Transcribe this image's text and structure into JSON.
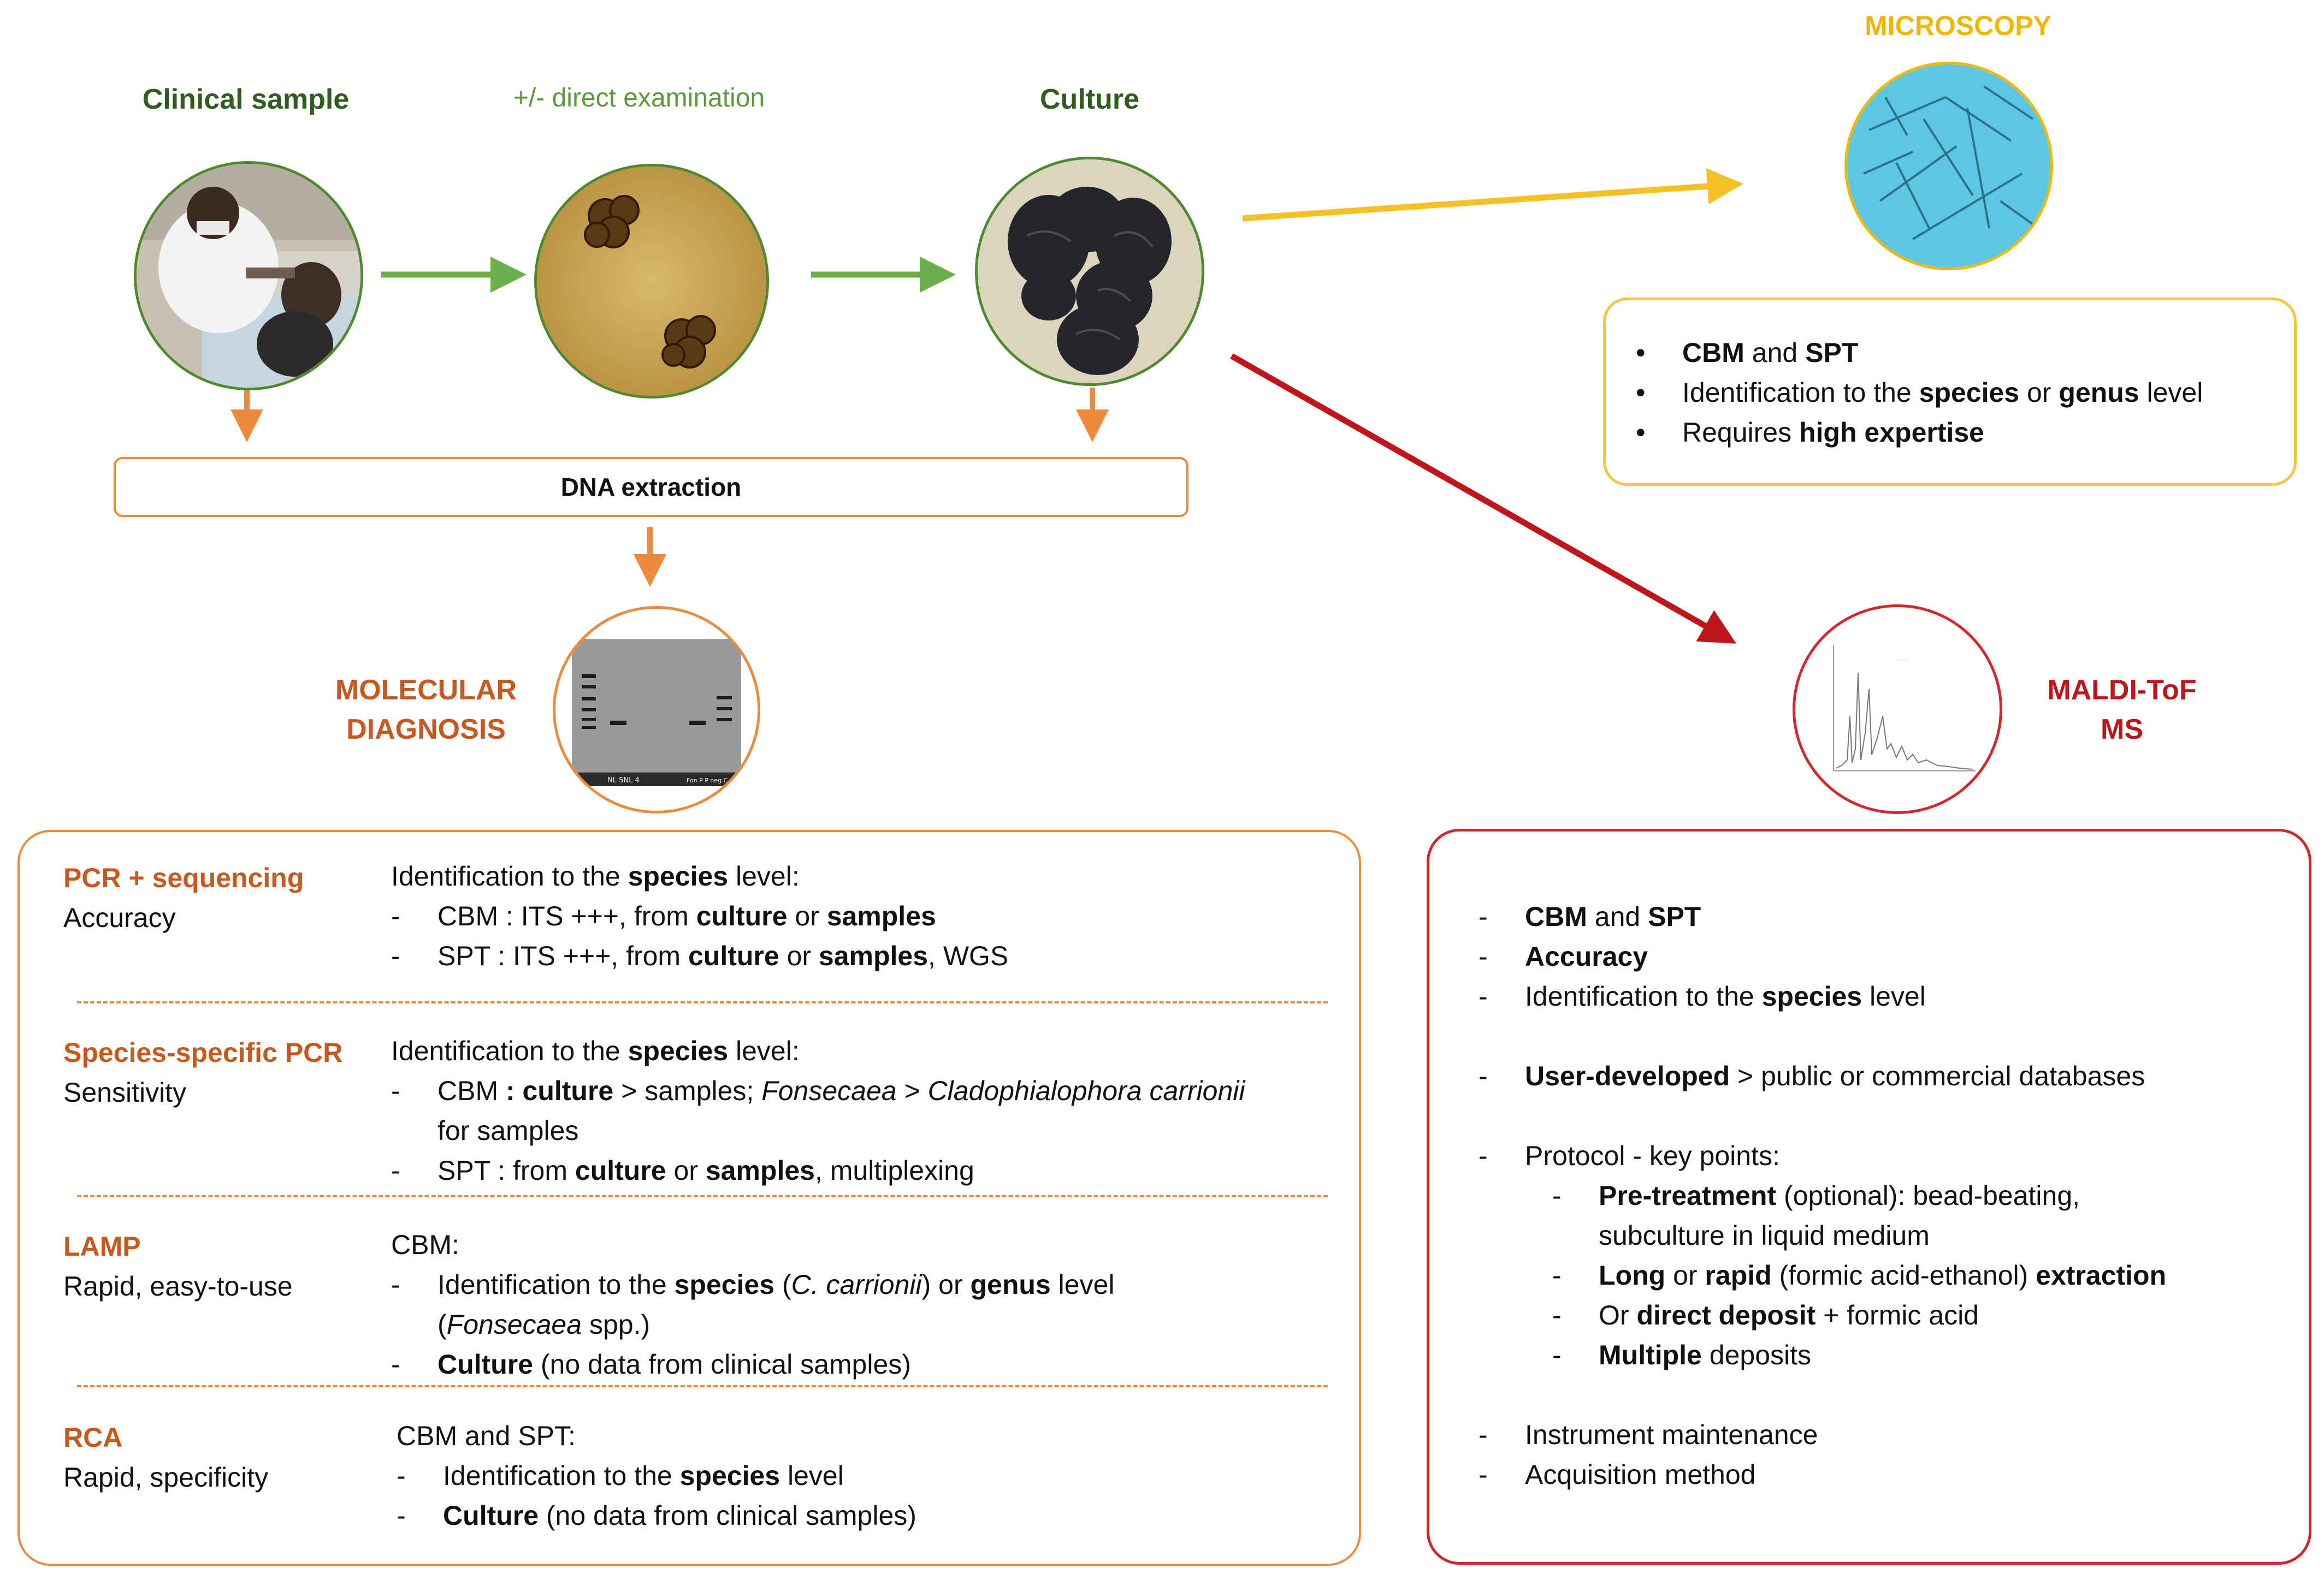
{
  "stages": {
    "clinical_sample": "Clinical sample",
    "direct_examination": "+/- direct examination",
    "culture": "Culture"
  },
  "dna_extraction": "DNA extraction",
  "microscopy": {
    "title": "MICROSCOPY",
    "items": [
      [
        {
          "t": "CBM",
          "b": true
        },
        {
          "t": " and "
        },
        {
          "t": "SPT",
          "b": true
        }
      ],
      [
        {
          "t": "Identification to the "
        },
        {
          "t": "species",
          "b": true
        },
        {
          "t": " or "
        },
        {
          "t": "genus",
          "b": true
        },
        {
          "t": " level"
        }
      ],
      [
        {
          "t": "Requires "
        },
        {
          "t": "high expertise",
          "b": true
        }
      ]
    ]
  },
  "molecular": {
    "title_line1": "MOLECULAR",
    "title_line2": "DIAGNOSIS",
    "gel_left_label": "NL SNL 4",
    "gel_right_label": "Fon P P neg C",
    "rows": [
      {
        "title": "PCR + sequencing",
        "subtitle": "Accuracy",
        "lines": [
          {
            "dash": false,
            "parts": [
              {
                "t": "Identification to the "
              },
              {
                "t": "species",
                "b": true
              },
              {
                "t": " level:"
              }
            ]
          },
          {
            "dash": true,
            "parts": [
              {
                "t": "CBM : ITS +++, from "
              },
              {
                "t": "culture",
                "b": true
              },
              {
                "t": " or "
              },
              {
                "t": "samples",
                "b": true
              }
            ]
          },
          {
            "dash": true,
            "parts": [
              {
                "t": "SPT : ITS +++, from "
              },
              {
                "t": "culture",
                "b": true
              },
              {
                "t": " or "
              },
              {
                "t": "samples",
                "b": true
              },
              {
                "t": ", WGS"
              }
            ]
          }
        ]
      },
      {
        "title": "Species-specific PCR",
        "subtitle": "Sensitivity",
        "lines": [
          {
            "dash": false,
            "parts": [
              {
                "t": "Identification to the "
              },
              {
                "t": "species",
                "b": true
              },
              {
                "t": " level:"
              }
            ]
          },
          {
            "dash": true,
            "parts": [
              {
                "t": "CBM "
              },
              {
                "t": ": culture",
                "b": true
              },
              {
                "t": " > samples; "
              },
              {
                "t": "Fonsecaea",
                "i": true
              },
              {
                "t": " > "
              },
              {
                "t": "Cladophialophora carrionii",
                "i": true
              }
            ]
          },
          {
            "dash": false,
            "indent": true,
            "parts": [
              {
                "t": "for samples"
              }
            ]
          },
          {
            "dash": true,
            "parts": [
              {
                "t": "SPT : from "
              },
              {
                "t": "culture",
                "b": true
              },
              {
                "t": " or "
              },
              {
                "t": "samples",
                "b": true
              },
              {
                "t": ", multiplexing"
              }
            ]
          }
        ]
      },
      {
        "title": "LAMP",
        "subtitle": "Rapid, easy-to-use",
        "lines": [
          {
            "dash": false,
            "parts": [
              {
                "t": "CBM:"
              }
            ]
          },
          {
            "dash": true,
            "parts": [
              {
                "t": "Identification to the "
              },
              {
                "t": "species",
                "b": true
              },
              {
                "t": " ("
              },
              {
                "t": "C. carrionii",
                "i": true
              },
              {
                "t": ") or "
              },
              {
                "t": "genus",
                "b": true
              },
              {
                "t": " level"
              }
            ]
          },
          {
            "dash": false,
            "indent": true,
            "parts": [
              {
                "t": "("
              },
              {
                "t": "Fonsecaea",
                "i": true
              },
              {
                "t": " spp.)"
              }
            ]
          },
          {
            "dash": true,
            "parts": [
              {
                "t": "Culture",
                "b": true
              },
              {
                "t": " (no data from clinical samples)"
              }
            ]
          }
        ]
      },
      {
        "title": "RCA",
        "subtitle": "Rapid, specificity",
        "lines": [
          {
            "dash": false,
            "parts": [
              {
                "t": "CBM and SPT:"
              }
            ]
          },
          {
            "dash": true,
            "parts": [
              {
                "t": "Identification to the "
              },
              {
                "t": "species",
                "b": true
              },
              {
                "t": " level"
              }
            ]
          },
          {
            "dash": true,
            "parts": [
              {
                "t": "Culture",
                "b": true
              },
              {
                "t": " (no data from clinical samples)"
              }
            ]
          }
        ]
      }
    ]
  },
  "maldi": {
    "title_line1": "MALDI-ToF",
    "title_line2": "MS",
    "lines": [
      {
        "level": 1,
        "parts": [
          {
            "t": "CBM",
            "b": true
          },
          {
            "t": " and "
          },
          {
            "t": "SPT",
            "b": true
          }
        ]
      },
      {
        "level": 1,
        "parts": [
          {
            "t": "Accuracy",
            "b": true
          }
        ]
      },
      {
        "level": 1,
        "parts": [
          {
            "t": "Identification to the "
          },
          {
            "t": "species",
            "b": true
          },
          {
            "t": " level"
          }
        ]
      },
      {
        "level": 0,
        "parts": []
      },
      {
        "level": 1,
        "parts": [
          {
            "t": "User-developed",
            "b": true
          },
          {
            "t": " > public or commercial databases"
          }
        ]
      },
      {
        "level": 0,
        "parts": []
      },
      {
        "level": 1,
        "parts": [
          {
            "t": "Protocol - key points:"
          }
        ]
      },
      {
        "level": 2,
        "parts": [
          {
            "t": "Pre-treatment",
            "b": true
          },
          {
            "t": " (optional): bead-beating,"
          }
        ]
      },
      {
        "level": 3,
        "parts": [
          {
            "t": "subculture in liquid medium"
          }
        ]
      },
      {
        "level": 2,
        "parts": [
          {
            "t": "Long",
            "b": true
          },
          {
            "t": " or "
          },
          {
            "t": "rapid",
            "b": true
          },
          {
            "t": " (formic acid-ethanol) "
          },
          {
            "t": "extraction",
            "b": true
          }
        ]
      },
      {
        "level": 2,
        "parts": [
          {
            "t": "Or "
          },
          {
            "t": "direct deposit",
            "b": true
          },
          {
            "t": " + formic acid"
          }
        ]
      },
      {
        "level": 2,
        "parts": [
          {
            "t": "Multiple",
            "b": true
          },
          {
            "t": " deposits"
          }
        ]
      },
      {
        "level": 0,
        "parts": []
      },
      {
        "level": 1,
        "parts": [
          {
            "t": "Instrument maintenance"
          }
        ]
      },
      {
        "level": 1,
        "parts": [
          {
            "t": "Acquisition method"
          }
        ]
      }
    ]
  },
  "colors": {
    "green": "#6ab04c",
    "orange": "#ed8a3c",
    "yellow": "#f6c025",
    "red": "#c0161b"
  }
}
